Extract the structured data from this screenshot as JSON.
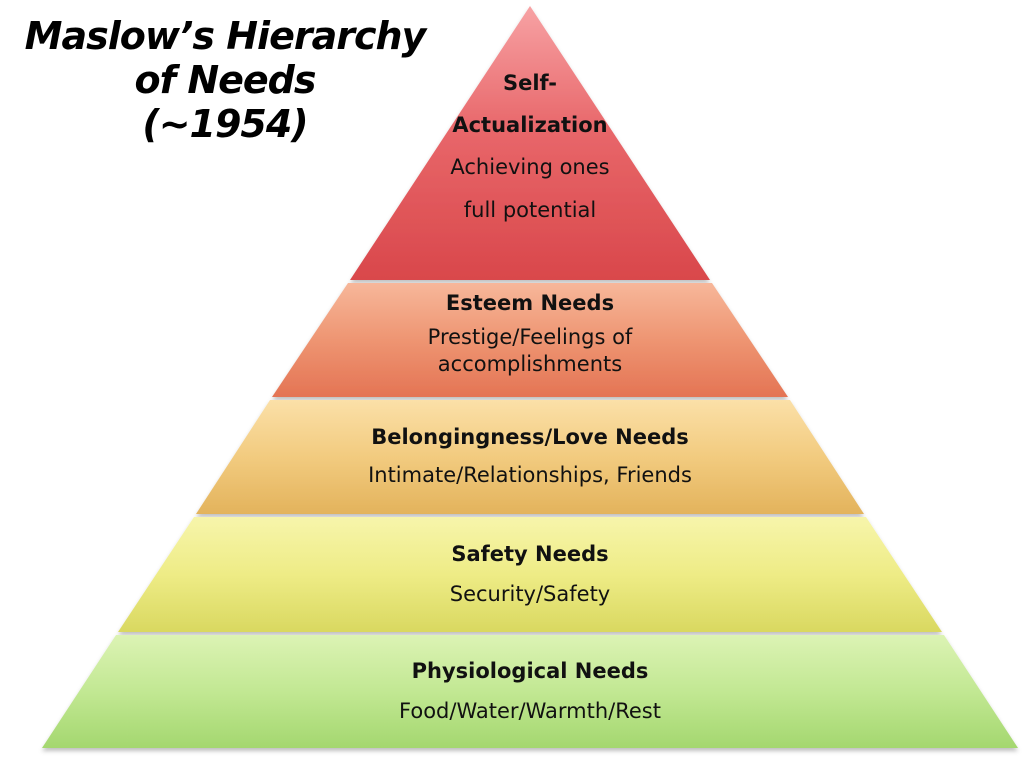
{
  "title": {
    "line1": "Maslow’s Hierarchy",
    "line2": "of Needs",
    "line3": "(~1954)"
  },
  "levels": [
    {
      "title_line1": "Self-",
      "title_line2": "Actualization",
      "desc_line1": "Achieving ones",
      "desc_line2": "full potential",
      "color": "#e0575a"
    },
    {
      "title": "Esteem Needs",
      "desc_line1": "Prestige/Feelings of",
      "desc_line2": "accomplishments",
      "color": "#ea8260"
    },
    {
      "title": "Belongingness/Love Needs",
      "desc": "Intimate/Relationships, Friends",
      "color": "#eec06e"
    },
    {
      "title": "Safety Needs",
      "desc": "Security/Safety",
      "color": "#e6e57a"
    },
    {
      "title": "Physiological Needs",
      "desc": "Food/Water/Warmth/Rest",
      "color": "#b4e07a"
    }
  ]
}
